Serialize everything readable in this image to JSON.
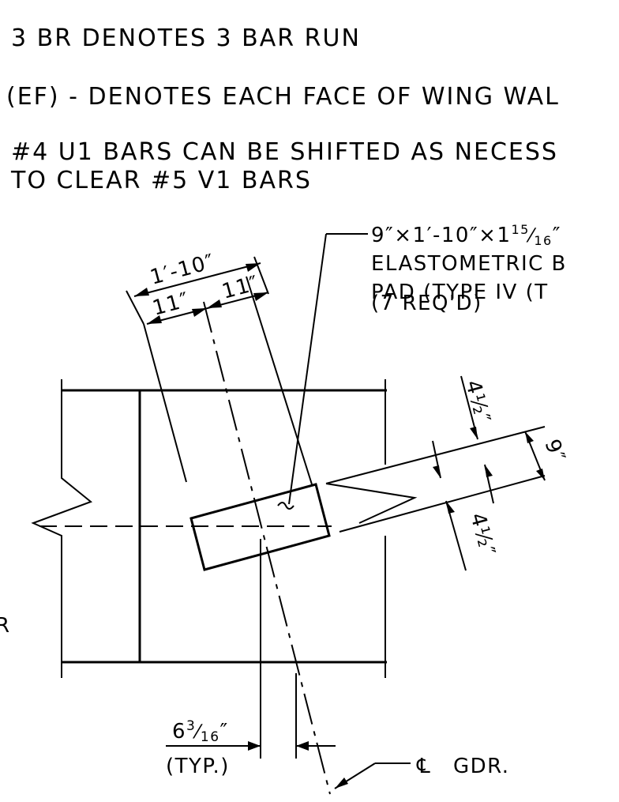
{
  "notes": {
    "bar_run": "3 BR DENOTES 3 BAR RUN",
    "each_face": "(EF) - DENOTES EACH FACE OF WING WAL",
    "shift_line1": "#4 U1 BARS CAN BE SHIFTED AS NECESS",
    "shift_line2": "TO CLEAR #5 V1 BARS"
  },
  "pad_callout": {
    "dim_prefix": "9″×1′-10″×1",
    "dim_frac_num": "15",
    "dim_frac_den": "16",
    "dim_suffix": "″",
    "line2": "ELASTOMETRIC B",
    "line3": "PAD (TYPE IV (T",
    "line4": "(7 REQ'D)"
  },
  "dimensions": {
    "total_width": "1′-10″",
    "half_left": "11″",
    "half_right": "11″",
    "pad_depth": "9″",
    "half_depth_top": "4½″",
    "half_depth_bottom": "4½″",
    "offset_whole": "6",
    "offset_num": "3",
    "offset_den": "16",
    "offset_unit": "″",
    "typ": "(TYP.)"
  },
  "labels": {
    "centerline_symbol": "℄",
    "girder": "GDR.",
    "cut_letter": "R"
  }
}
